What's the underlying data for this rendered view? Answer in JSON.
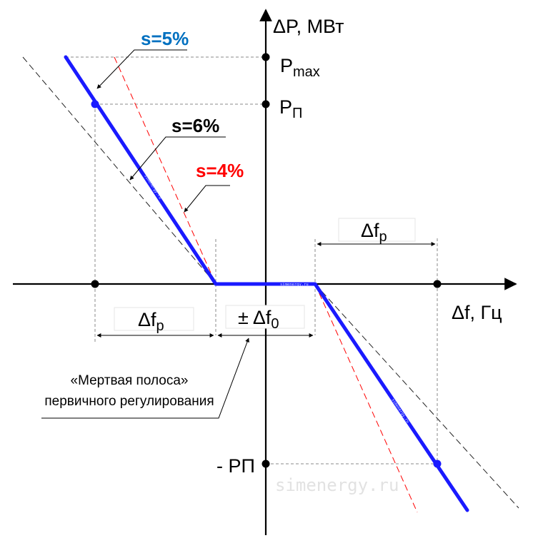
{
  "axes": {
    "y_label": "ΔP, МВт",
    "x_label": "Δf, Гц"
  },
  "y_ticks": {
    "p_max": {
      "main": "P",
      "sub": "max"
    },
    "p_n": {
      "main": "P",
      "sub": "П"
    },
    "minus_p_n": "- PП"
  },
  "droop_labels": {
    "s5": "s=5%",
    "s6": "s=6%",
    "s4": "s=4%"
  },
  "intervals": {
    "df_r_left": {
      "main": "Δf",
      "sub": "р"
    },
    "df_r_right": {
      "main": "Δf",
      "sub": "р"
    },
    "df_0": {
      "main": "± Δf",
      "sub": "0"
    }
  },
  "dead_band_caption": {
    "line1": "«Мертвая полоса»",
    "line2": "первичного регулирования"
  },
  "watermarks": {
    "main": "simenergy.ru",
    "small": "simenergy.ru"
  },
  "colors": {
    "characteristic": "#1a1aff",
    "s5_label": "#0070c0",
    "s4_line": "#ff0000",
    "s4_label": "#ff0000",
    "axes": "#000000",
    "guides": "#777777"
  }
}
